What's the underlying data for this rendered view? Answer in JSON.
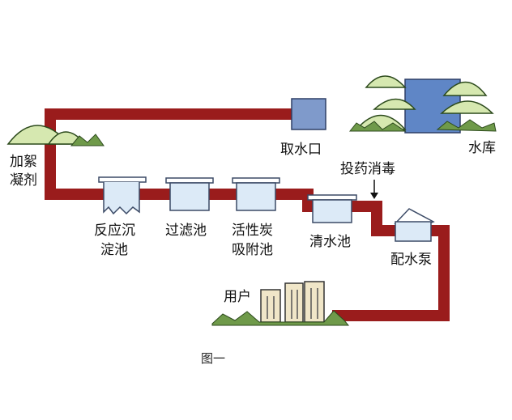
{
  "labels": {
    "intake": "取水口",
    "reservoir": "水库",
    "coagulant_line1": "加絮",
    "coagulant_line2": "凝剂",
    "disinfect": "投药消毒",
    "sedimentation_line1": "反应沉",
    "sedimentation_line2": "淀池",
    "filter": "过滤池",
    "carbon_line1": "活性炭",
    "carbon_line2": "吸附池",
    "clear_water": "清水池",
    "pump": "配水泵",
    "users": "用户"
  },
  "caption": "图一",
  "colors": {
    "pipe": "#9a1c1c",
    "tank_fill": "#dceaf7",
    "tank_stroke": "#3b4a66",
    "water": "#5f86c6",
    "tree": "#d6e8b0",
    "bush": "#6f9a4a",
    "building": "#f0e6c8"
  }
}
